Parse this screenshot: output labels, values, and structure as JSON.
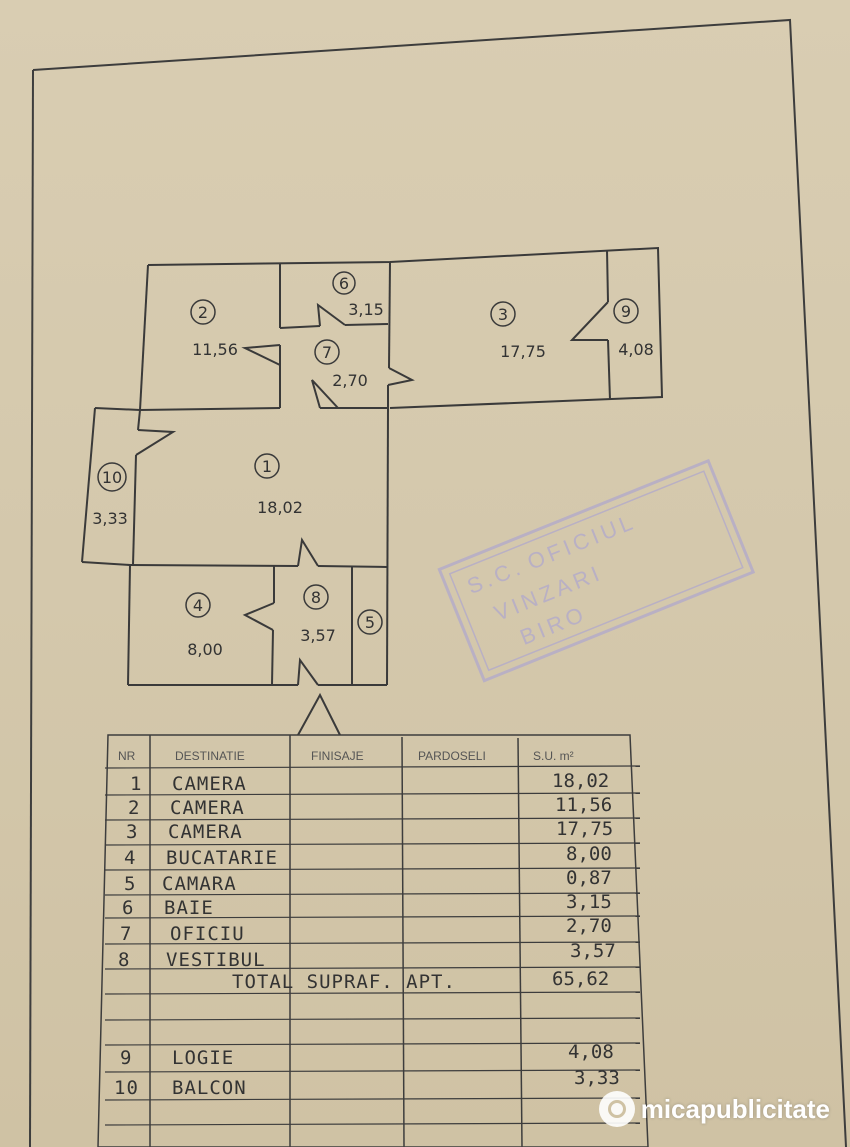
{
  "rooms": [
    {
      "nr": "1",
      "area": "18,02"
    },
    {
      "nr": "2",
      "area": "11,56"
    },
    {
      "nr": "3",
      "area": "17,75"
    },
    {
      "nr": "4",
      "area": "8,00"
    },
    {
      "nr": "5",
      "area": ""
    },
    {
      "nr": "6",
      "area": "3,15"
    },
    {
      "nr": "7",
      "area": "2,70"
    },
    {
      "nr": "8",
      "area": "3,57"
    },
    {
      "nr": "9",
      "area": "4,08"
    },
    {
      "nr": "10",
      "area": "3,33"
    }
  ],
  "table": {
    "headers": {
      "nr": "NR",
      "destinatie": "DESTINATIE",
      "finisaje": "FINISAJE",
      "pardoseli": "PARDOSELI",
      "su": "S.U. m²"
    },
    "rows": [
      {
        "nr": "1",
        "dest": "CAMERA",
        "su": "18,02"
      },
      {
        "nr": "2",
        "dest": "CAMERA",
        "su": "11,56"
      },
      {
        "nr": "3",
        "dest": "CAMERA",
        "su": "17,75"
      },
      {
        "nr": "4",
        "dest": "BUCATARIE",
        "su": "8,00"
      },
      {
        "nr": "5",
        "dest": "CAMARA",
        "su": "0,87"
      },
      {
        "nr": "6",
        "dest": "BAIE",
        "su": "3,15"
      },
      {
        "nr": "7",
        "dest": "OFICIU",
        "su": "2,70"
      },
      {
        "nr": "8",
        "dest": "VESTIBUL",
        "su": "3,57"
      }
    ],
    "total": {
      "label": "TOTAL SUPRAF. APT.",
      "su": "65,62"
    },
    "extra_rows": [
      {
        "nr": "9",
        "dest": "LOGIE",
        "su": "4,08"
      },
      {
        "nr": "10",
        "dest": "BALCON",
        "su": "3,33"
      }
    ]
  },
  "stamp": {
    "line1": "S.C.",
    "line2": "OFICIUL",
    "line3": "VINZARI",
    "line4": "BIRO"
  },
  "watermark": {
    "text": "micapublicitate"
  }
}
